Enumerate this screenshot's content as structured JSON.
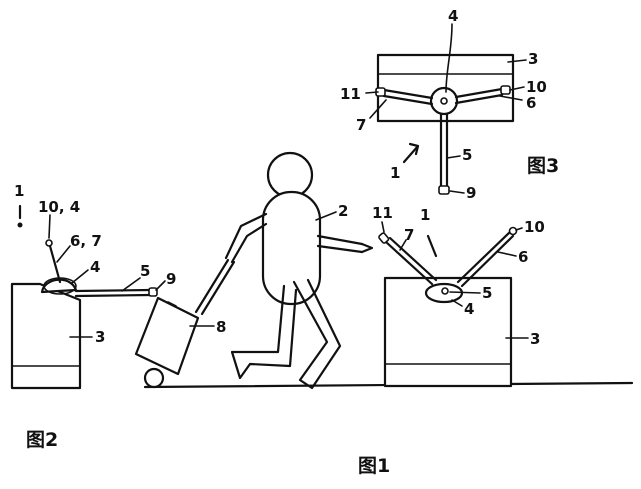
{
  "figure1": {
    "caption": "图1",
    "labels": {
      "system": "1",
      "person": "2",
      "machine": "3",
      "unit": "4",
      "cable": "5",
      "arm_right": "6",
      "arm_left": "7",
      "suitcase": "8",
      "tip_right": "10",
      "tip_left": "11"
    }
  },
  "figure2": {
    "caption": "图2",
    "labels": {
      "system": "1",
      "tip": "10, 4",
      "arm": "6, 7",
      "unit": "4",
      "cable": "5",
      "end": "9",
      "machine": "3"
    }
  },
  "figure3": {
    "caption": "图3",
    "labels": {
      "unit": "4",
      "machine": "3",
      "tip_right": "10",
      "arm_right": "6",
      "tip_left": "11",
      "arm_left": "7",
      "system": "1",
      "cable": "5",
      "end": "9"
    }
  }
}
